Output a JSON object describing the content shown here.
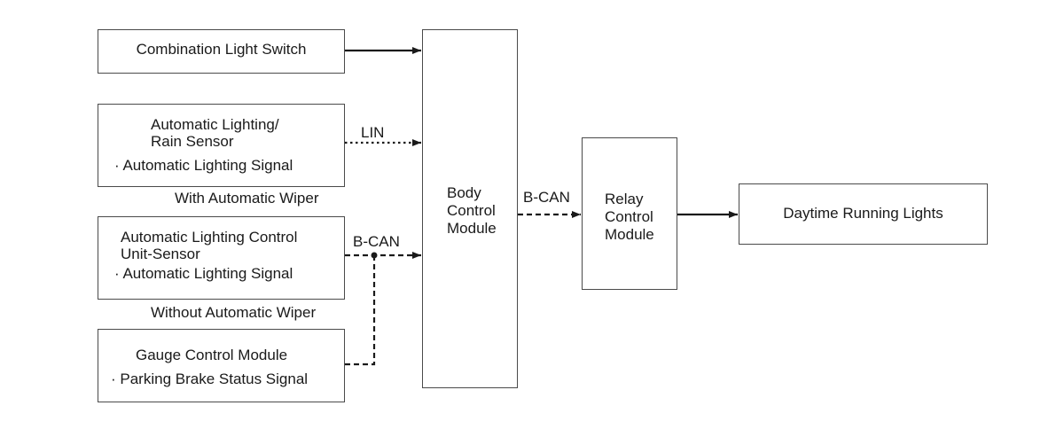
{
  "blocks": {
    "combination_switch": {
      "label": "Combination Light Switch"
    },
    "rain_sensor": {
      "line1": "Automatic Lighting/",
      "line2": "Rain Sensor",
      "signal": "· Automatic Lighting Signal"
    },
    "control_unit_sensor": {
      "line1": "Automatic Lighting Control",
      "line2": "Unit-Sensor",
      "signal": "· Automatic Lighting Signal"
    },
    "gauge_module": {
      "label": "Gauge Control Module",
      "signal": "· Parking Brake Status Signal"
    },
    "body_control_module": {
      "line1": "Body",
      "line2": "Control",
      "line3": "Module"
    },
    "relay_control_module": {
      "line1": "Relay",
      "line2": "Control",
      "line3": "Module"
    },
    "daytime_running_lights": {
      "label": "Daytime Running Lights"
    }
  },
  "captions": {
    "with_wiper": "With Automatic Wiper",
    "without_wiper": "Without Automatic Wiper"
  },
  "connections": {
    "lin": "LIN",
    "bcan_inputs": "B-CAN",
    "bcan_output": "B-CAN"
  },
  "colors": {
    "line": "#1a1a1a",
    "border": "#4a4a4a"
  }
}
